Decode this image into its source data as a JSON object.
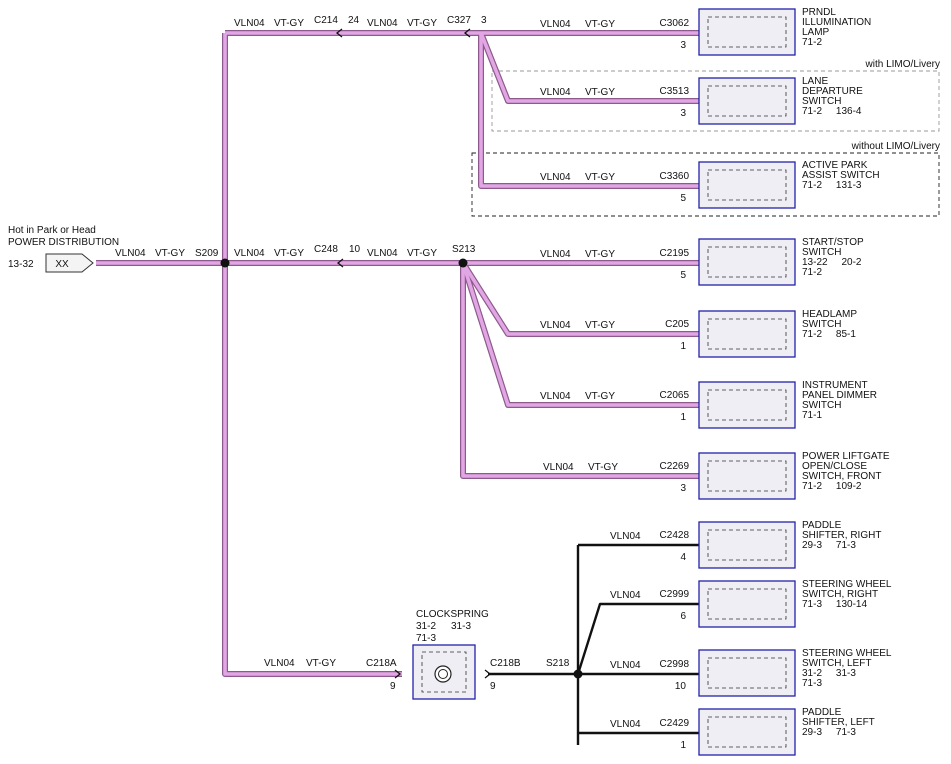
{
  "colors": {
    "wire_violet": "#e2a6e4",
    "wire_violet_edge": "#8c5a8c",
    "wire_black": "#111111",
    "box_fill": "#eeeef4",
    "box_border": "#2222aa"
  },
  "source": {
    "line1": "Hot in Park or Head",
    "line2": "POWER DISTRIBUTION",
    "ref": "13-32",
    "tag": "XX"
  },
  "wire": {
    "circuit": "VLN04",
    "color": "VT-GY"
  },
  "splices": {
    "s209": "S209",
    "s213": "S213",
    "s218": "S218"
  },
  "connectors": {
    "c214": "C214",
    "c214_pin": "24",
    "c327": "C327",
    "c327_pin": "3",
    "c248": "C248",
    "c248_pin": "10",
    "c218a": "C218A",
    "c218a_pin": "9",
    "c218b": "C218B",
    "c218b_pin": "9"
  },
  "clockspring": {
    "title": "CLOCKSPRING",
    "ref1": "31-2",
    "ref2": "31-3",
    "ref3": "71-3"
  },
  "groups": {
    "with_limo": "with LIMO/Livery",
    "without_limo": "without LIMO/Livery"
  },
  "components": [
    {
      "connector": "C3062",
      "pin": "3",
      "name": [
        "PRNDL",
        "ILLUMINATION",
        "LAMP"
      ],
      "refs": "71-2",
      "wire": "VLN04",
      "color": "VT-GY"
    },
    {
      "connector": "C3513",
      "pin": "3",
      "name": [
        "LANE",
        "DEPARTURE",
        "SWITCH"
      ],
      "refs": "71-2     136-4",
      "wire": "VLN04",
      "color": "VT-GY"
    },
    {
      "connector": "C3360",
      "pin": "5",
      "name": [
        "ACTIVE PARK",
        "ASSIST SWITCH"
      ],
      "refs": "71-2     131-3",
      "wire": "VLN04",
      "color": "VT-GY"
    },
    {
      "connector": "C2195",
      "pin": "5",
      "name": [
        "START/STOP",
        "SWITCH"
      ],
      "refs": "13-22     20-2",
      "refs2": "71-2",
      "wire": "VLN04",
      "color": "VT-GY"
    },
    {
      "connector": "C205",
      "pin": "1",
      "name": [
        "HEADLAMP",
        "SWITCH"
      ],
      "refs": "71-2     85-1",
      "wire": "VLN04",
      "color": "VT-GY"
    },
    {
      "connector": "C2065",
      "pin": "1",
      "name": [
        "INSTRUMENT",
        "PANEL DIMMER",
        "SWITCH"
      ],
      "refs": "71-1",
      "wire": "VLN04",
      "color": "VT-GY"
    },
    {
      "connector": "C2269",
      "pin": "3",
      "name": [
        "POWER LIFTGATE",
        "OPEN/CLOSE",
        "SWITCH, FRONT"
      ],
      "refs": "71-2     109-2",
      "wire": "VLN04",
      "color": "VT-GY"
    },
    {
      "connector": "C2428",
      "pin": "4",
      "name": [
        "PADDLE",
        "SHIFTER, RIGHT"
      ],
      "refs": "29-3     71-3",
      "wire": "VLN04",
      "color": ""
    },
    {
      "connector": "C2999",
      "pin": "6",
      "name": [
        "STEERING WHEEL",
        "SWITCH, RIGHT"
      ],
      "refs": "71-3     130-14",
      "wire": "VLN04",
      "color": ""
    },
    {
      "connector": "C2998",
      "pin": "10",
      "name": [
        "STEERING WHEEL",
        "SWITCH, LEFT"
      ],
      "refs": "31-2     31-3",
      "refs2": "71-3",
      "wire": "VLN04",
      "color": ""
    },
    {
      "connector": "C2429",
      "pin": "1",
      "name": [
        "PADDLE",
        "SHIFTER, LEFT"
      ],
      "refs": "29-3     71-3",
      "wire": "VLN04",
      "color": ""
    }
  ]
}
